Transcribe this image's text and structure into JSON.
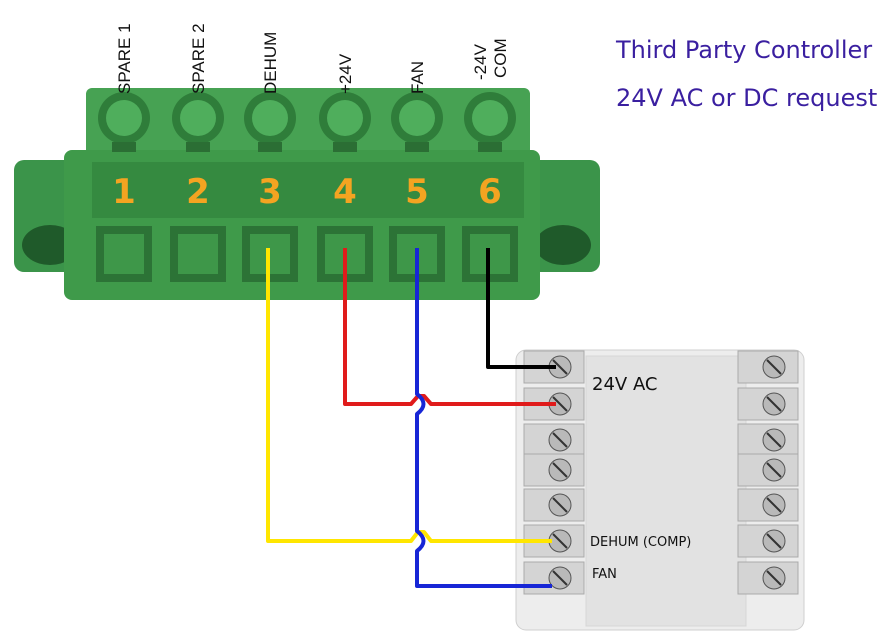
{
  "header": {
    "line1": "Third Party Controller",
    "line2": "24V AC or DC request"
  },
  "terminal_block": {
    "pins": [
      {
        "number": "1",
        "label": "SPARE 1"
      },
      {
        "number": "2",
        "label": "SPARE 2"
      },
      {
        "number": "3",
        "label": "DEHUM"
      },
      {
        "number": "4",
        "label": "+24V"
      },
      {
        "number": "5",
        "label": "FAN"
      },
      {
        "number": "6",
        "label_line1": "-24V",
        "label_line2": "COM"
      }
    ]
  },
  "controller": {
    "label_24v": "24V AC",
    "label_dehum": "DEHUM (COMP)",
    "label_fan": "FAN"
  },
  "colors": {
    "block_green": "#3f9a4a",
    "wire_dehum": "#ffe600",
    "wire_plus24": "#e01b1b",
    "wire_fan": "#1726d6",
    "wire_com": "#000000",
    "pin_number": "#f4a421",
    "title": "#3a1fa0"
  },
  "wires": [
    {
      "name": "DEHUM",
      "from_pin": "3",
      "to": "DEHUM (COMP)",
      "color": "yellow"
    },
    {
      "name": "+24V",
      "from_pin": "4",
      "to": "24V AC",
      "color": "red"
    },
    {
      "name": "FAN",
      "from_pin": "5",
      "to": "FAN",
      "color": "blue"
    },
    {
      "name": "-24V COM",
      "from_pin": "6",
      "to": "24V AC",
      "color": "black"
    }
  ]
}
